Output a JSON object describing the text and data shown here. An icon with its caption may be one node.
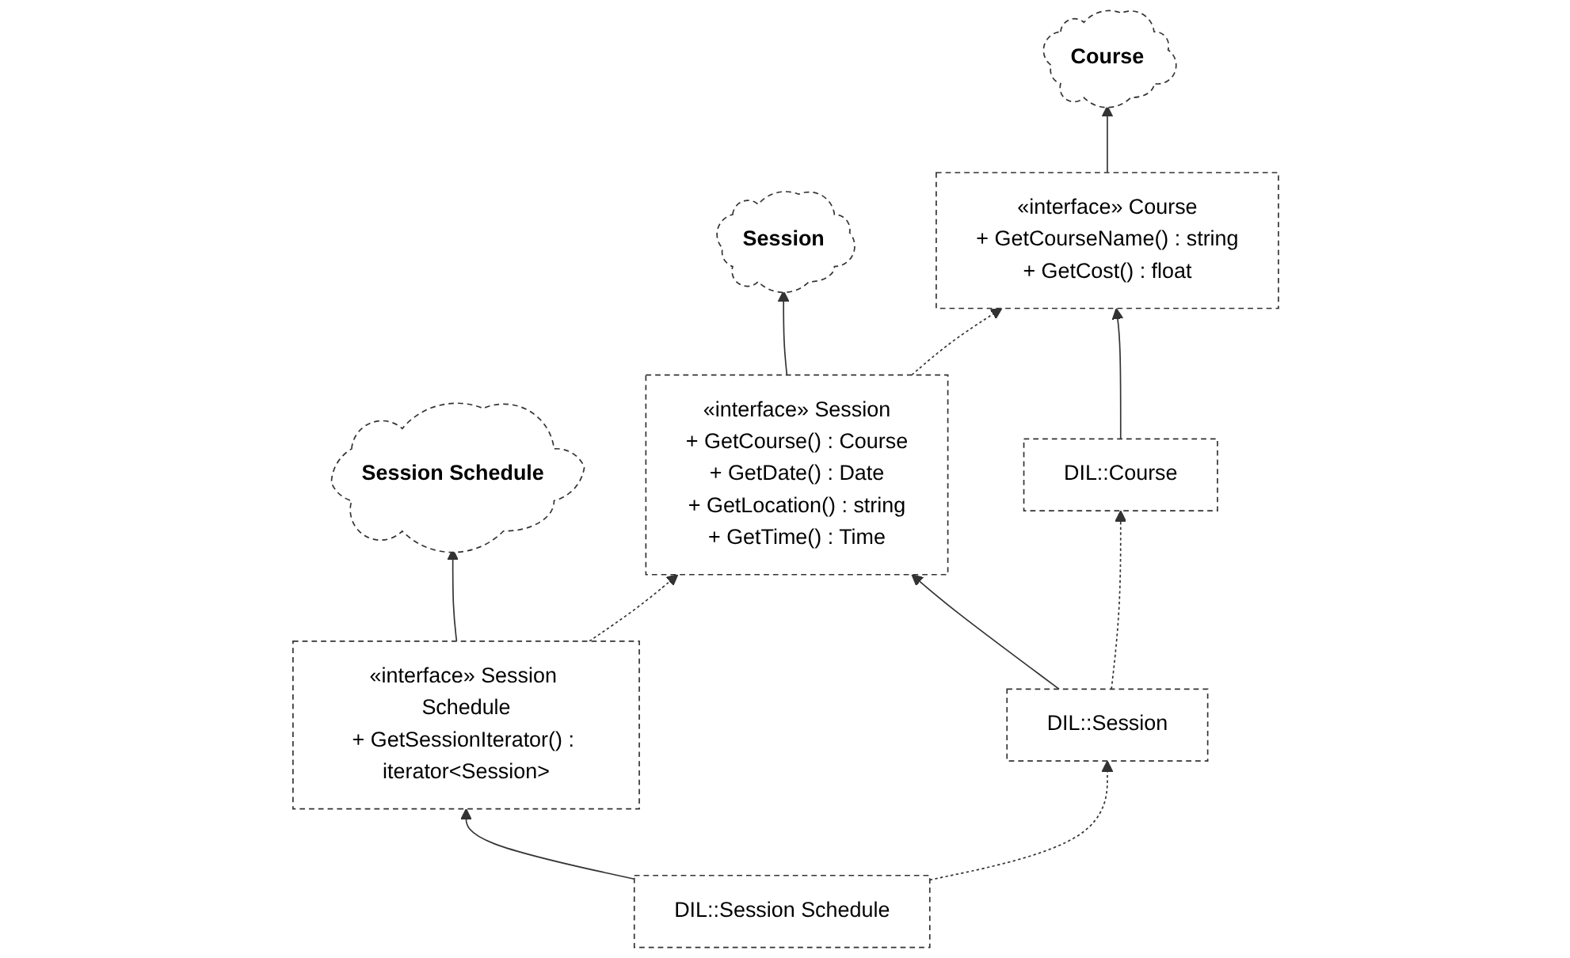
{
  "diagram": {
    "nodes": [
      {
        "text": [
          "Session Schedule"
        ]
      },
      {
        "text": [
          "Session"
        ]
      },
      {
        "text": [
          "Course"
        ]
      },
      {
        "text": [
          "«interface» Session Schedule",
          "+ GetSessionIterator() : iterator<Session>"
        ]
      },
      {
        "text": [
          "«interface» Session",
          "+ GetCourse() : Course",
          "+ GetDate() : Date",
          "+ GetLocation() : string",
          "+ GetTime() : Time"
        ]
      },
      {
        "text": [
          "«interface» Course",
          "+ GetCourseName() : string",
          "+ GetCost() : float"
        ]
      },
      {
        "text": [
          "DIL::Session Schedule"
        ]
      },
      {
        "text": [
          "DIL::Session"
        ]
      },
      {
        "text": [
          "DIL::Course"
        ]
      }
    ],
    "edges": [
      {
        "from": 3,
        "to": 0,
        "arrow": "to"
      },
      {
        "from": 4,
        "to": 1,
        "arrow": "to"
      },
      {
        "from": 5,
        "to": 2,
        "arrow": "to"
      },
      {
        "from": 3,
        "to": 4,
        "arrow": "to",
        "style": "dashed"
      },
      {
        "from": 4,
        "to": 5,
        "arrow": "to",
        "style": "dashed"
      },
      {
        "from": 6,
        "to": 3,
        "arrow": "to"
      },
      {
        "from": 7,
        "to": 4,
        "arrow": "to"
      },
      {
        "from": 8,
        "to": 5,
        "arrow": "to"
      },
      {
        "from": 6,
        "to": 7,
        "arrow": "to",
        "style": "dashed"
      },
      {
        "from": 7,
        "to": 8,
        "arrow": "to",
        "style": "dashed"
      }
    ]
  }
}
